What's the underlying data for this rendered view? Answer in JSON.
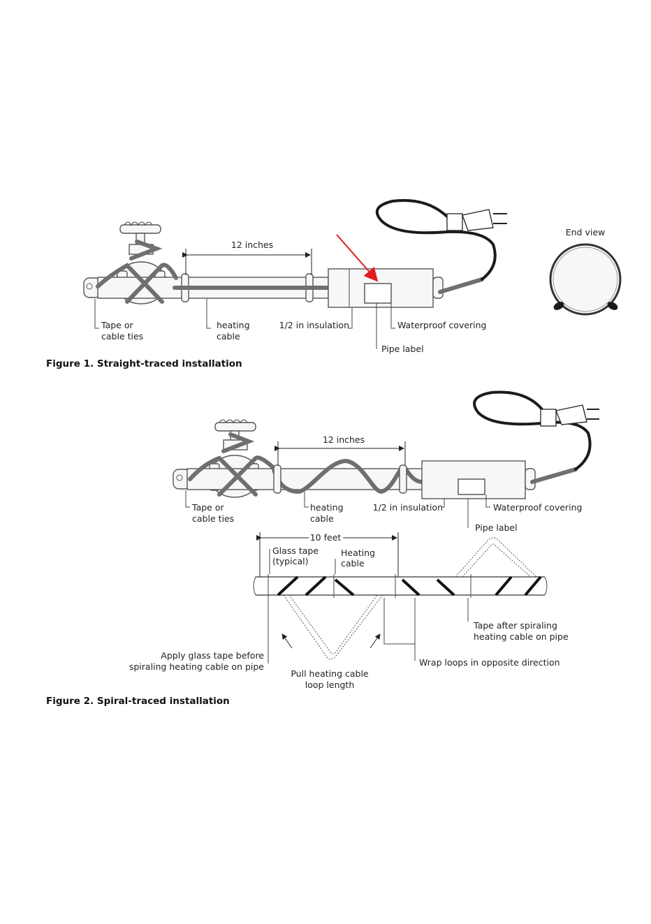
{
  "figure1": {
    "caption": "Figure 1.  Straight-traced installation",
    "labels": {
      "length": "12 inches",
      "tape": [
        "Tape or",
        "cable ties"
      ],
      "cable": [
        "heating",
        "cable"
      ],
      "insulation": "1/2 in insulation",
      "covering": "Waterproof covering",
      "pipe_label": "Pipe label",
      "end_view": "End view"
    }
  },
  "figure2": {
    "caption": "Figure 2.  Spiral-traced installation",
    "labels": {
      "length": "12 inches",
      "tape": [
        "Tape or",
        "cable ties"
      ],
      "cable": [
        "heating",
        "cable"
      ],
      "insulation": "1/2 in insulation",
      "covering": "Waterproof covering",
      "pipe_label": "Pipe label",
      "span": "10 feet",
      "glass_tape": [
        "Glass tape",
        "(typical)"
      ],
      "heating_cable": [
        "Heating",
        "cable"
      ],
      "tape_after": [
        "Tape after spiraling",
        "heating cable on pipe"
      ],
      "wrap_loops": "Wrap loops in opposite direction",
      "apply_glass": [
        "Apply glass tape before",
        "spiraling heating cable on pipe"
      ],
      "pull_cable": [
        "Pull heating cable",
        "loop length"
      ]
    }
  },
  "colors": {
    "arrow": "#e11d1d",
    "cable": "#6f6f6f",
    "cord": "#1b1b1b"
  }
}
